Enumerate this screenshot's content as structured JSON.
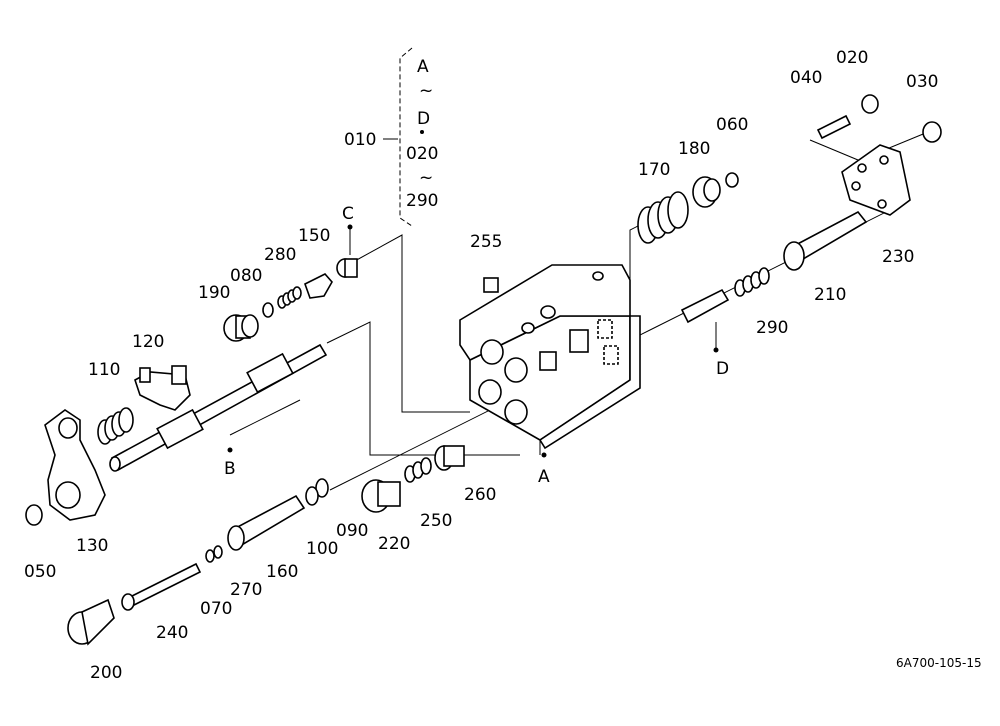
{
  "callouts": {
    "p010": "010",
    "p020": "020",
    "p030": "030",
    "p040": "040",
    "p050": "050",
    "p060": "060",
    "p070": "070",
    "p080": "080",
    "p090": "090",
    "p100": "100",
    "p110": "110",
    "p120": "120",
    "p130": "130",
    "p150": "150",
    "p160": "160",
    "p170": "170",
    "p180": "180",
    "p190": "190",
    "p200": "200",
    "p210": "210",
    "p220": "220",
    "p230": "230",
    "p240": "240",
    "p250": "250",
    "p255": "255",
    "p260": "260",
    "p270": "270",
    "p280": "280",
    "p290": "290"
  },
  "bracket": {
    "line1": "A",
    "line2": "~",
    "line3": "D",
    "line4": "020",
    "line5": "~",
    "line6": "290"
  },
  "refs": {
    "a": "A",
    "b": "B",
    "c": "C",
    "d": "D"
  },
  "figure_code": "6A700-105-15"
}
